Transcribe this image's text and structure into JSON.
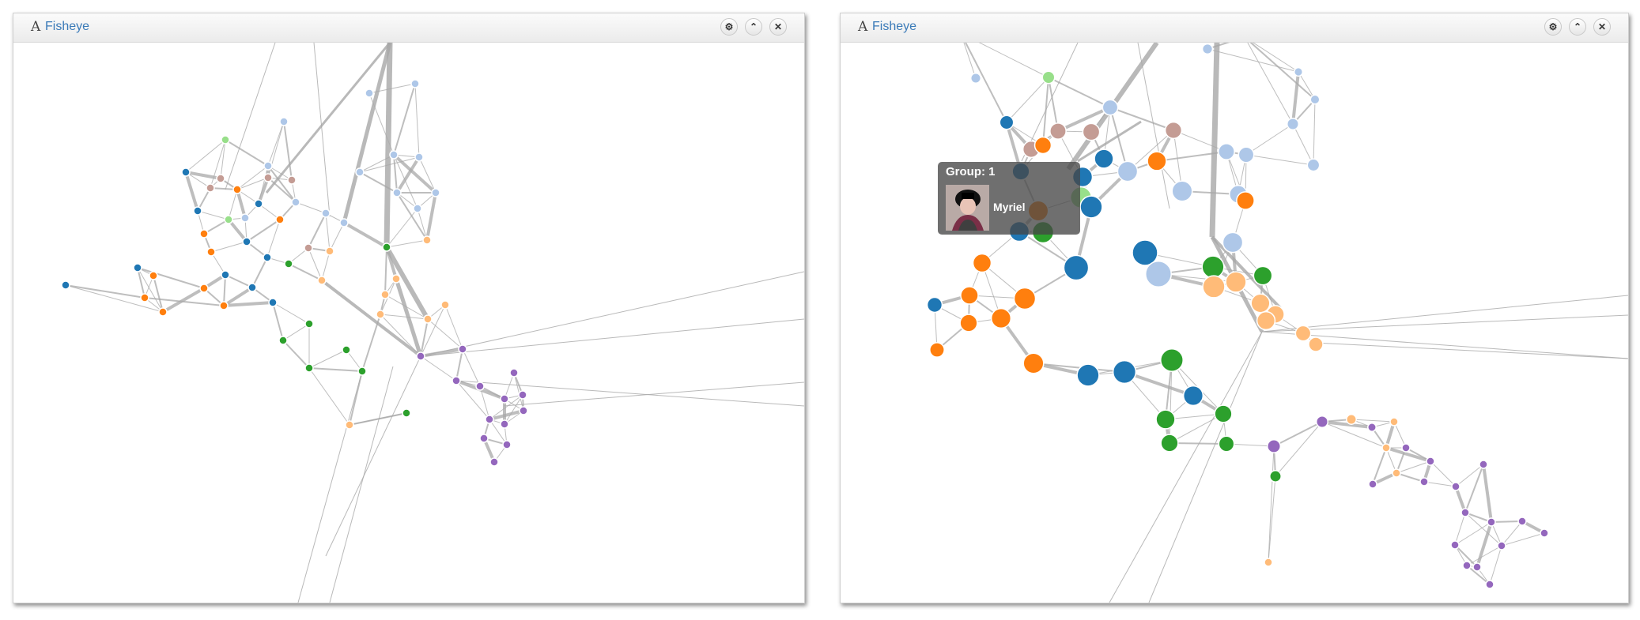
{
  "windows": [
    {
      "title": "Fisheye",
      "title_icon": "A",
      "controls": [
        "gear-icon",
        "chevron-up-icon",
        "close-icon"
      ]
    },
    {
      "title": "Fisheye",
      "title_icon": "A",
      "controls": [
        "gear-icon",
        "chevron-up-icon",
        "close-icon"
      ]
    }
  ],
  "tooltip": {
    "group_label": "Group: 1",
    "name": "Myriel"
  },
  "colors": {
    "group_colors": [
      "#1f77b4",
      "#aec7e8",
      "#ff7f0e",
      "#ffbb78",
      "#2ca02c",
      "#98df8a",
      "#9467bd",
      "#c49c94"
    ],
    "edge": "#a8a8a8",
    "title_text": "#3a7ab8"
  }
}
